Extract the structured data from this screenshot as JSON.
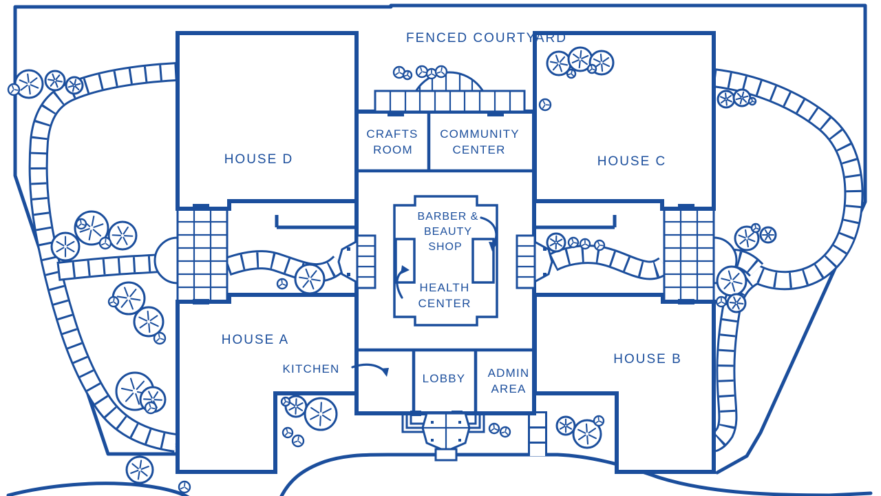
{
  "colors": {
    "ink": "#1b4e9c",
    "paper": "#ffffff"
  },
  "labels": {
    "fenced_courtyard": "FENCED COURTYARD",
    "house_a": "HOUSE A",
    "house_b": "HOUSE B",
    "house_c": "HOUSE C",
    "house_d": "HOUSE D",
    "crafts_room": [
      "CRAFTS",
      "ROOM"
    ],
    "community_center": [
      "COMMUNITY",
      "CENTER"
    ],
    "barber_beauty_shop": [
      "BARBER &",
      "BEAUTY",
      "SHOP"
    ],
    "health_center": [
      "HEALTH",
      "CENTER"
    ],
    "kitchen": "KITCHEN",
    "lobby": "LOBBY",
    "admin_area": [
      "ADMIN",
      "AREA"
    ]
  },
  "trees": {
    "large": [
      [
        42,
        122,
        20
      ],
      [
        80,
        117,
        14
      ],
      [
        108,
        124,
        12
      ],
      [
        95,
        358,
        20
      ],
      [
        133,
        331,
        24
      ],
      [
        178,
        342,
        20
      ],
      [
        187,
        433,
        23
      ],
      [
        216,
        467,
        21
      ],
      [
        196,
        568,
        27
      ],
      [
        222,
        580,
        18
      ],
      [
        203,
        682,
        19
      ],
      [
        450,
        405,
        21
      ],
      [
        430,
        590,
        15
      ],
      [
        466,
        601,
        23
      ],
      [
        812,
        92,
        17
      ],
      [
        843,
        86,
        17
      ],
      [
        874,
        91,
        17
      ],
      [
        1055,
        144,
        12
      ],
      [
        1078,
        142,
        12
      ],
      [
        808,
        352,
        13
      ],
      [
        1085,
        346,
        17
      ],
      [
        1116,
        341,
        11
      ],
      [
        1063,
        408,
        21
      ],
      [
        1070,
        440,
        13
      ],
      [
        822,
        618,
        13
      ],
      [
        853,
        630,
        20
      ]
    ],
    "small": [
      [
        20,
        130,
        8
      ],
      [
        118,
        325,
        7
      ],
      [
        153,
        353,
        8
      ],
      [
        165,
        438,
        7
      ],
      [
        232,
        491,
        8
      ],
      [
        219,
        592,
        8
      ],
      [
        268,
        707,
        8
      ],
      [
        580,
        105,
        8
      ],
      [
        592,
        109,
        6
      ],
      [
        613,
        104,
        8
      ],
      [
        627,
        107,
        7
      ],
      [
        641,
        104,
        8
      ],
      [
        830,
        107,
        6
      ],
      [
        860,
        100,
        6
      ],
      [
        792,
        152,
        8
      ],
      [
        1093,
        147,
        5
      ],
      [
        833,
        352,
        7
      ],
      [
        850,
        354,
        7
      ],
      [
        871,
        356,
        7
      ],
      [
        1048,
        438,
        7
      ],
      [
        1098,
        331,
        6
      ],
      [
        410,
        412,
        7
      ],
      [
        415,
        583,
        6
      ],
      [
        418,
        628,
        7
      ],
      [
        433,
        640,
        8
      ],
      [
        718,
        622,
        7
      ],
      [
        734,
        627,
        7
      ],
      [
        870,
        611,
        7
      ]
    ]
  }
}
